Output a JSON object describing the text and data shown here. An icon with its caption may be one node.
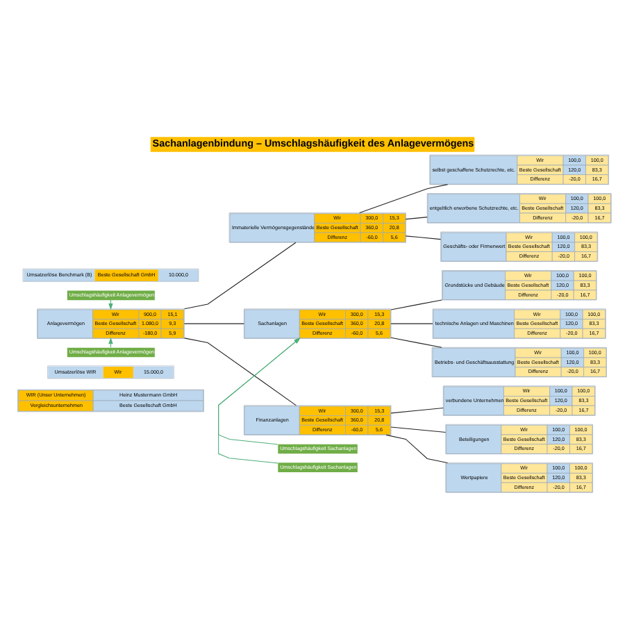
{
  "diagram": {
    "title": "Sachanlagenbindung – Umschlagshäufigkeit des Anlagevermögens",
    "nodes": [
      {
        "text": [
          "Umsatzerlöse WIR",
          "Wir",
          "15.000,0"
        ]
      },
      {
        "text": [
          "Umschlagshäufigkeit Anlagevermögen"
        ]
      },
      {
        "text": [
          "Anlagevermögen",
          "Wir",
          "900,0",
          "15,1",
          "Beste Gesellschaft",
          "1.080,0",
          "9,3",
          "Differenz",
          "-180,0",
          "5,9"
        ]
      },
      {
        "text": [
          "Umschlagshäufigkeit Anlagevermögen"
        ]
      },
      {
        "text": [
          "Umsatzerlöse Benchmark (B)",
          "Beste Gesellschaft GmbH",
          "10.000,0"
        ]
      },
      {
        "text": [
          "Immaterielle Vermögensgegenstände",
          "Wir",
          "300,0",
          "15,3",
          "Beste Gesellschaft",
          "360,0",
          "20,8",
          "Differenz",
          "-60,0",
          "5,6"
        ]
      },
      {
        "text": [
          "Umschlagshäufigkeit Sachanlagen"
        ]
      },
      {
        "text": [
          "Sachanlagen",
          "Wir",
          "300,0",
          "15,3",
          "Beste Gesellschaft",
          "360,0",
          "20,8",
          "Differenz",
          "-60,0",
          "5,6"
        ]
      },
      {
        "text": [
          "Umschlagshäufigkeit Sachanlagen"
        ]
      },
      {
        "text": [
          "Finanzanlagen",
          "Wir",
          "300,0",
          "15,3",
          "Beste Gesellschaft",
          "360,0",
          "20,8",
          "Differenz",
          "-60,0",
          "5,6"
        ]
      },
      {
        "text": [
          "selbst geschaffene Schutzrechte, etc.",
          "Wir",
          "100,0",
          "100,0",
          "Beste Gesellschaft",
          "120,0",
          "83,3",
          "Differenz",
          "-20,0",
          "16,7"
        ]
      },
      {
        "text": [
          "entgeltlich erworbene Schutzrechte, etc.",
          "Wir",
          "100,0",
          "100,0",
          "Beste Gesellschaft",
          "120,0",
          "83,3",
          "Differenz",
          "-20,0",
          "16,7"
        ]
      },
      {
        "text": [
          "Geschäfts- oder Firmenwert",
          "Wir",
          "100,0",
          "100,0",
          "Beste Gesellschaft",
          "120,0",
          "83,3",
          "Differenz",
          "-20,0",
          "16,7"
        ]
      },
      {
        "text": [
          "Grundstücke und Gebäude",
          "Wir",
          "100,0",
          "100,0",
          "Beste Gesellschaft",
          "120,0",
          "83,3",
          "Differenz",
          "-20,0",
          "16,7"
        ]
      },
      {
        "text": [
          "technische Anlagen und Maschinen",
          "Wir",
          "100,0",
          "100,0",
          "Beste Gesellschaft",
          "120,0",
          "83,3",
          "Differenz",
          "-20,0",
          "16,7"
        ]
      },
      {
        "text": [
          "Betriebs- und Geschäftsausstattung",
          "Wir",
          "100,0",
          "100,0",
          "Beste Gesellschaft",
          "120,0",
          "83,3",
          "Differenz",
          "-20,0",
          "16,7"
        ]
      },
      {
        "text": [
          "verbundene Unternehmen",
          "Wir",
          "100,0",
          "100,0",
          "Beste Gesellschaft",
          "120,0",
          "83,3",
          "Differenz",
          "-20,0",
          "16,7"
        ]
      },
      {
        "text": [
          "Beteiligungen",
          "Wir",
          "100,0",
          "100,0",
          "Beste Gesellschaft",
          "120,0",
          "83,3",
          "Differenz",
          "-20,0",
          "16,7"
        ]
      },
      {
        "text": [
          "Wertpapiere",
          "Wir",
          "100,0",
          "100,0",
          "Beste Gesellschaft",
          "120,0",
          "83,3",
          "Differenz",
          "-20,0",
          "16,7"
        ]
      }
    ],
    "edges": [
      {
        "from": 1,
        "to": 2,
        "arrow": "to",
        "color": "#4fae7a"
      },
      {
        "from": 3,
        "to": 2,
        "arrow": "to",
        "color": "#4fae7a"
      },
      {
        "from": 2,
        "to": 5,
        "arrow": "none"
      },
      {
        "from": 2,
        "to": 7,
        "arrow": "none"
      },
      {
        "from": 2,
        "to": 9,
        "arrow": "none"
      },
      {
        "from": 6,
        "to": 7,
        "arrow": "to",
        "color": "#4fae7a"
      },
      {
        "from": 8,
        "to": 7,
        "arrow": "to",
        "color": "#4fae7a"
      },
      {
        "from": 5,
        "to": 10,
        "arrow": "none"
      },
      {
        "from": 5,
        "to": 11,
        "arrow": "none"
      },
      {
        "from": 5,
        "to": 12,
        "arrow": "none"
      },
      {
        "from": 7,
        "to": 13,
        "arrow": "none"
      },
      {
        "from": 7,
        "to": 14,
        "arrow": "none"
      },
      {
        "from": 7,
        "to": 15,
        "arrow": "none"
      },
      {
        "from": 9,
        "to": 16,
        "arrow": "none"
      },
      {
        "from": 9,
        "to": 17,
        "arrow": "none"
      },
      {
        "from": 9,
        "to": 18,
        "arrow": "none"
      }
    ],
    "labels": [
      "WIR (Unser Unternehmen)",
      "Heinz Mustermann GmbH",
      "Vergleichsunternehmen",
      "Beste Gesellschaft GmbH"
    ]
  }
}
